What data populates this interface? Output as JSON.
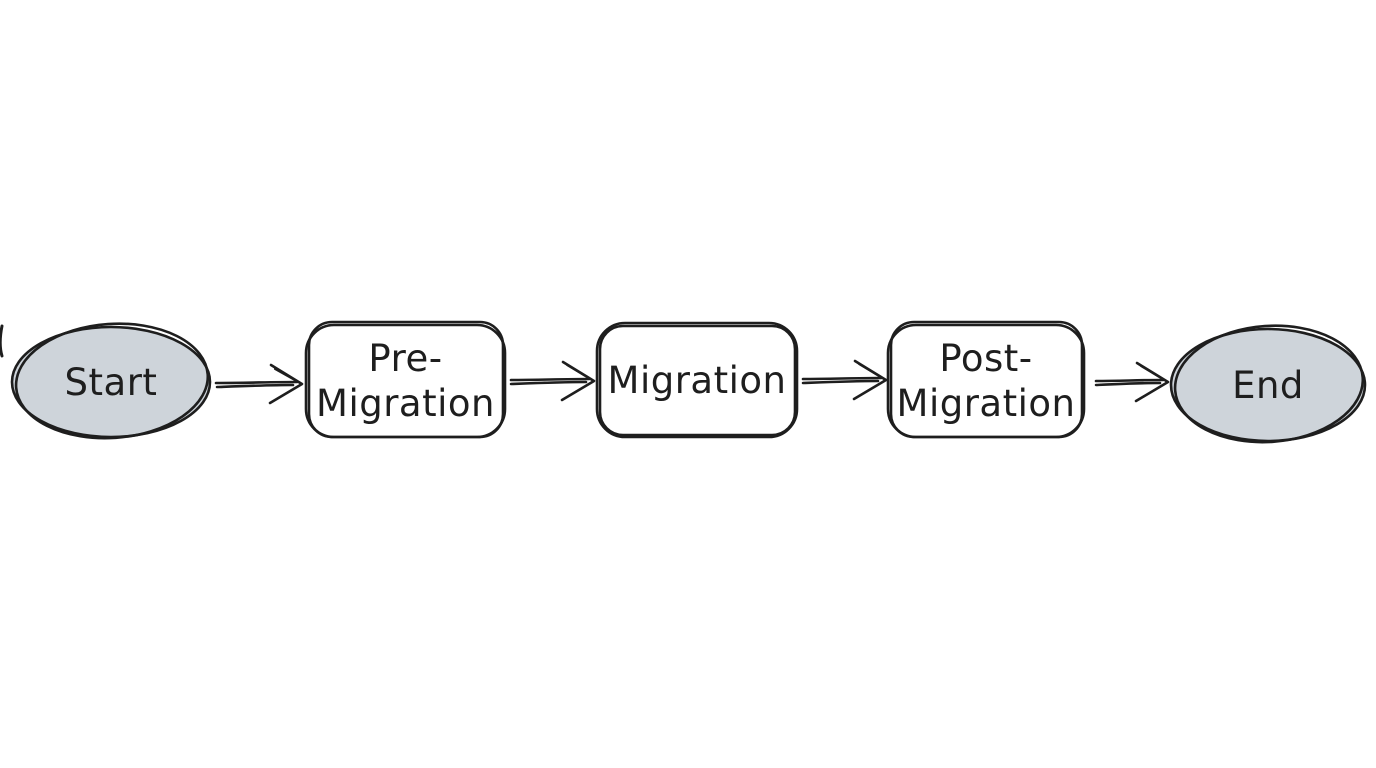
{
  "diagram": {
    "type": "flowchart",
    "direction": "left-to-right",
    "background_color": "#ffffff",
    "stroke_color": "#1e1e1e",
    "terminal_fill_color": "#ced4da",
    "process_fill_color": "#ffffff",
    "nodes": [
      {
        "id": "start",
        "shape": "ellipse",
        "label": "Start",
        "label_lines": [
          "Start"
        ],
        "fill": "#ced4da"
      },
      {
        "id": "pre-migration",
        "shape": "rounded-rectangle",
        "label": "Pre-Migration",
        "label_lines": [
          "Pre-",
          "Migration"
        ],
        "fill": "#ffffff"
      },
      {
        "id": "migration",
        "shape": "rounded-rectangle",
        "label": "Migration",
        "label_lines": [
          "Migration"
        ],
        "fill": "#ffffff"
      },
      {
        "id": "post-migration",
        "shape": "rounded-rectangle",
        "label": "Post-Migration",
        "label_lines": [
          "Post-",
          "Migration"
        ],
        "fill": "#ffffff"
      },
      {
        "id": "end",
        "shape": "ellipse",
        "label": "End",
        "label_lines": [
          "End"
        ],
        "fill": "#ced4da"
      }
    ],
    "edges": [
      {
        "from": "start",
        "to": "pre-migration",
        "style": "sketchy-arrow"
      },
      {
        "from": "pre-migration",
        "to": "migration",
        "style": "sketchy-arrow"
      },
      {
        "from": "migration",
        "to": "post-migration",
        "style": "sketchy-arrow"
      },
      {
        "from": "post-migration",
        "to": "end",
        "style": "sketchy-arrow"
      }
    ]
  }
}
